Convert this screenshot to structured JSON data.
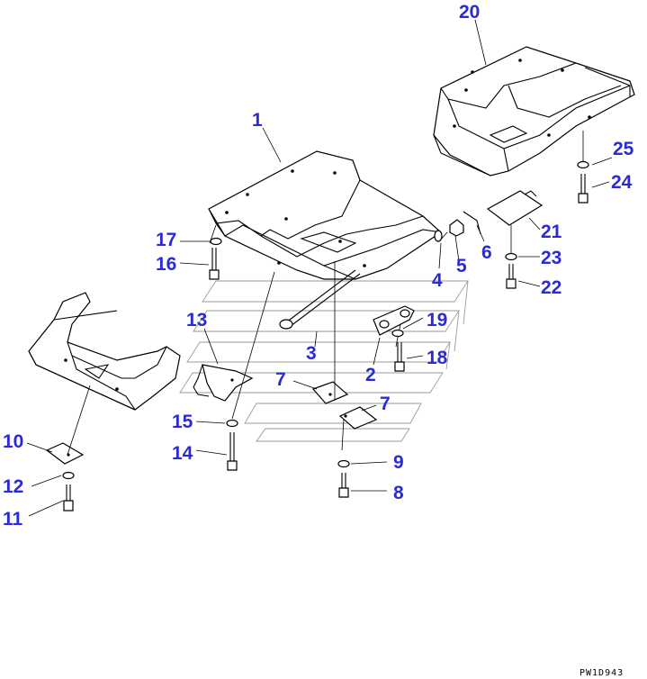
{
  "diagram_code": "PW1D943",
  "callouts": [
    {
      "id": "1",
      "label": "1"
    },
    {
      "id": "2",
      "label": "2"
    },
    {
      "id": "3",
      "label": "3"
    },
    {
      "id": "4",
      "label": "4"
    },
    {
      "id": "5",
      "label": "5"
    },
    {
      "id": "6",
      "label": "6"
    },
    {
      "id": "7a",
      "label": "7"
    },
    {
      "id": "7b",
      "label": "7"
    },
    {
      "id": "8",
      "label": "8"
    },
    {
      "id": "9",
      "label": "9"
    },
    {
      "id": "10",
      "label": "10"
    },
    {
      "id": "11",
      "label": "11"
    },
    {
      "id": "12",
      "label": "12"
    },
    {
      "id": "13",
      "label": "13"
    },
    {
      "id": "14",
      "label": "14"
    },
    {
      "id": "15",
      "label": "15"
    },
    {
      "id": "16",
      "label": "16"
    },
    {
      "id": "17",
      "label": "17"
    },
    {
      "id": "18",
      "label": "18"
    },
    {
      "id": "19",
      "label": "19"
    },
    {
      "id": "20",
      "label": "20"
    },
    {
      "id": "21",
      "label": "21"
    },
    {
      "id": "22",
      "label": "22"
    },
    {
      "id": "23",
      "label": "23"
    },
    {
      "id": "24",
      "label": "24"
    },
    {
      "id": "25",
      "label": "25"
    }
  ],
  "colors": {
    "callout": "#2b2bd6",
    "line": "#000000",
    "ghost": "#9a9a9a"
  }
}
